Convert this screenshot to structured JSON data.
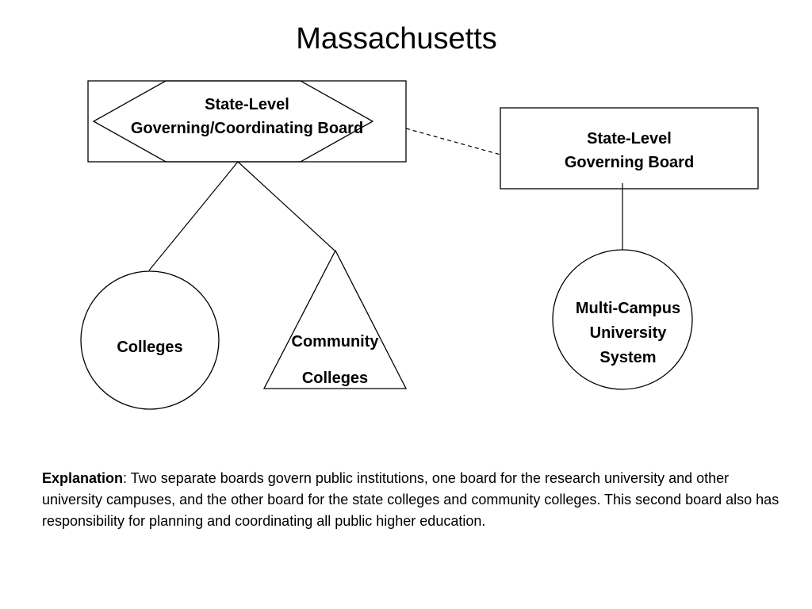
{
  "title": "Massachusetts",
  "nodes": {
    "coordinating_board": {
      "line1": "State-Level",
      "line2": "Governing/Coordinating Board"
    },
    "governing_board": {
      "line1": "State-Level",
      "line2": "Governing Board"
    },
    "colleges": {
      "label": "Colleges"
    },
    "community_colleges": {
      "line1": "Community",
      "line2": "Colleges"
    },
    "university_system": {
      "line1": "Multi-Campus",
      "line2": "University",
      "line3": "System"
    }
  },
  "explanation": {
    "heading": "Explanation",
    "text": ": Two separate boards govern public institutions, one board for the research university and other university campuses, and the other board for the state colleges and community colleges. This second board also has responsibility for planning and coordinating all public higher education."
  },
  "colors": {
    "stroke": "#000000",
    "background": "#ffffff"
  }
}
